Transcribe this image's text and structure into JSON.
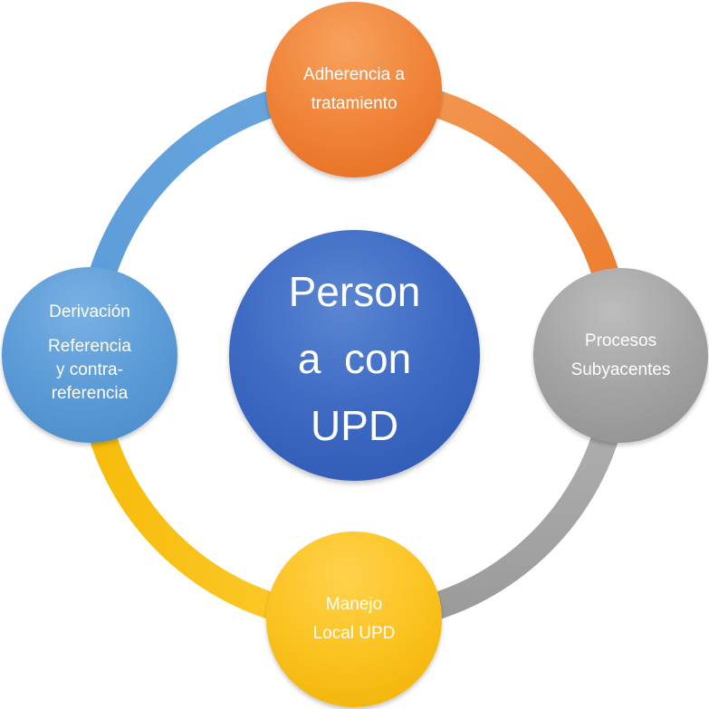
{
  "colors": {
    "orange": "#ed7d31",
    "gray": "#a5a5a5",
    "yellow": "#ffc000",
    "blue": "#5b9bd5",
    "center_blue": "#3a66c0"
  },
  "center": {
    "lines": [
      "Person",
      "a  con",
      "UPD"
    ]
  },
  "nodes": {
    "top": {
      "lines": [
        "Adherencia a",
        "tratamiento"
      ]
    },
    "right": {
      "lines": [
        "Procesos",
        "Subyacentes"
      ]
    },
    "bottom": {
      "lines": [
        "Manejo",
        "Local UPD"
      ]
    },
    "left": {
      "title": "Derivación",
      "lines": [
        "Referencia",
        "y  contra-",
        "referencia"
      ]
    }
  }
}
